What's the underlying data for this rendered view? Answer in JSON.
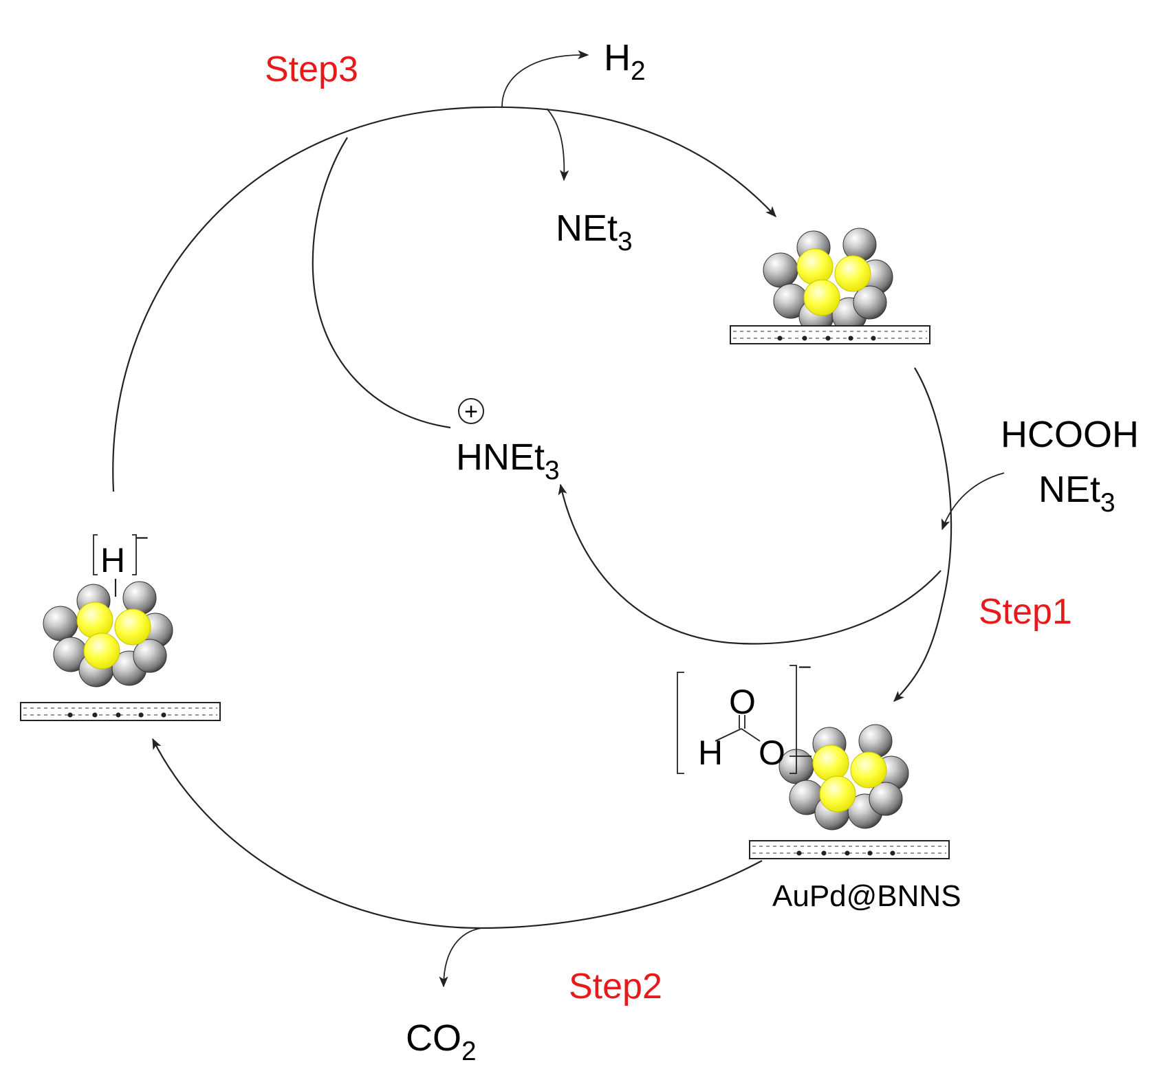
{
  "colors": {
    "step_label": "#e8191b",
    "pd_atom": "#8a8a8a",
    "au_atom": "#ffff30",
    "line": "#222222"
  },
  "labels": {
    "step1": "Step1",
    "step2": "Step2",
    "step3": "Step3",
    "h2": {
      "main": "H",
      "sub": "2"
    },
    "net3_top": {
      "main": "NEt",
      "sub": "3"
    },
    "hnet3": {
      "main": "HNEt",
      "sub": "3"
    },
    "plus_sign": "+",
    "hcooh": "HCOOH",
    "net3_right": {
      "main": "NEt",
      "sub": "3"
    },
    "co2": {
      "main": "CO",
      "sub": "2"
    },
    "catalyst_name": "AuPd@BNNS",
    "hydride": "H",
    "minus_sign": "–",
    "formate_o_carbonyl": "O",
    "formate_h": "H",
    "formate_o_bonded": "O"
  },
  "icons": [
    "auPd-cluster-icon",
    "bnns-support-icon"
  ]
}
